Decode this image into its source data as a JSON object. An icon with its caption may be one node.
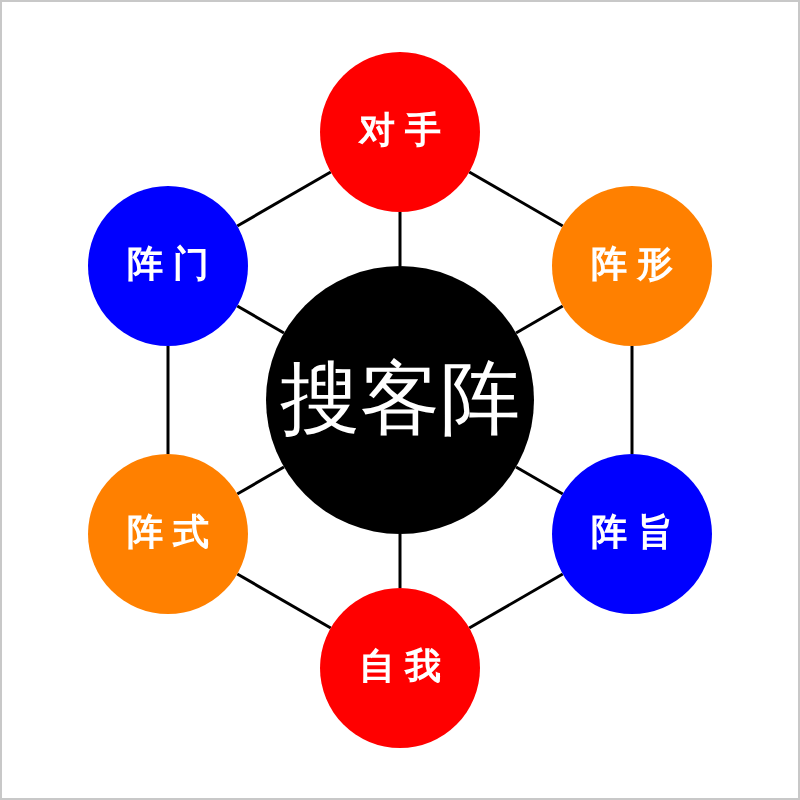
{
  "diagram": {
    "nodes": [
      {
        "text": [
          "对手"
        ]
      },
      {
        "text": [
          "阵门"
        ]
      },
      {
        "text": [
          "阵形"
        ]
      },
      {
        "text": [
          "搜客阵"
        ]
      },
      {
        "text": [
          "阵式"
        ]
      },
      {
        "text": [
          "阵旨"
        ]
      },
      {
        "text": [
          "自我"
        ]
      }
    ],
    "edges": [
      {
        "from": 3,
        "to": 0,
        "arrow": "none"
      },
      {
        "from": 3,
        "to": 2,
        "arrow": "none"
      },
      {
        "from": 3,
        "to": 5,
        "arrow": "none"
      },
      {
        "from": 3,
        "to": 6,
        "arrow": "none"
      },
      {
        "from": 3,
        "to": 4,
        "arrow": "none"
      },
      {
        "from": 3,
        "to": 1,
        "arrow": "none"
      },
      {
        "from": 0,
        "to": 2,
        "arrow": "none"
      },
      {
        "from": 2,
        "to": 5,
        "arrow": "none"
      },
      {
        "from": 5,
        "to": 6,
        "arrow": "none"
      },
      {
        "from": 6,
        "to": 4,
        "arrow": "none"
      },
      {
        "from": 4,
        "to": 1,
        "arrow": "none"
      },
      {
        "from": 1,
        "to": 0,
        "arrow": "none"
      }
    ]
  }
}
